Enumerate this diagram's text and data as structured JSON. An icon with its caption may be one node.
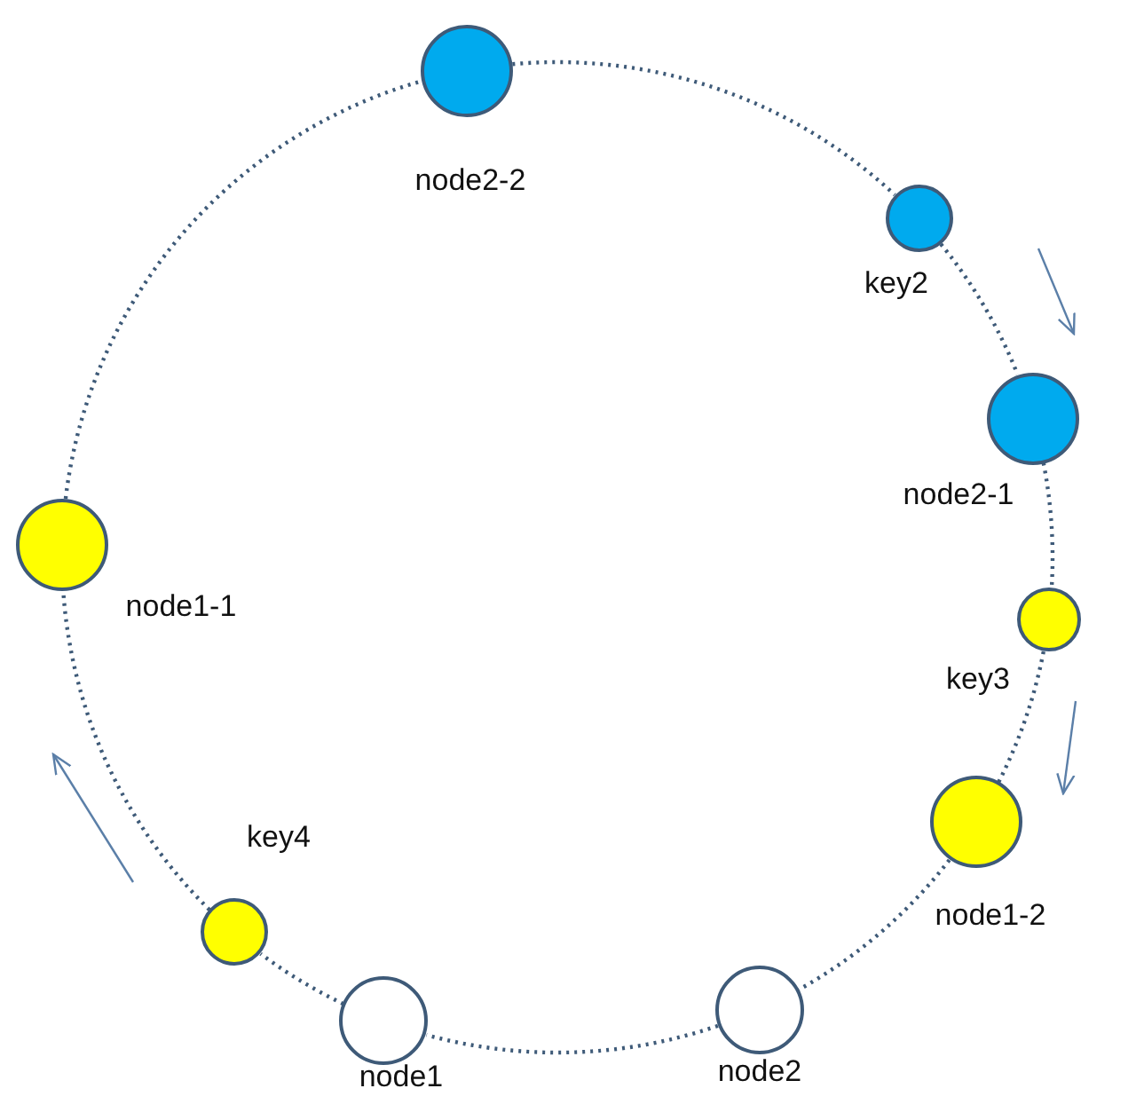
{
  "diagram": {
    "nodes": [
      {
        "text": [
          "node2-2"
        ]
      },
      {
        "text": [
          "key2"
        ]
      },
      {
        "text": [
          "node2-1"
        ]
      },
      {
        "text": [
          "key3"
        ]
      },
      {
        "text": [
          "node1-2"
        ]
      },
      {
        "text": [
          "node2"
        ]
      },
      {
        "text": [
          "node1"
        ]
      },
      {
        "text": [
          "key4"
        ]
      },
      {
        "text": [
          "node1-1"
        ]
      }
    ],
    "edges": [
      {
        "from": 0,
        "to": 1,
        "arrow": "none"
      },
      {
        "from": 1,
        "to": 2,
        "arrow": "none"
      },
      {
        "from": 2,
        "to": 3,
        "arrow": "none"
      },
      {
        "from": 3,
        "to": 4,
        "arrow": "none"
      },
      {
        "from": 4,
        "to": 5,
        "arrow": "none"
      },
      {
        "from": 5,
        "to": 6,
        "arrow": "none"
      },
      {
        "from": 6,
        "to": 7,
        "arrow": "none"
      },
      {
        "from": 7,
        "to": 8,
        "arrow": "none"
      },
      {
        "from": 8,
        "to": 0,
        "arrow": "none"
      }
    ]
  }
}
